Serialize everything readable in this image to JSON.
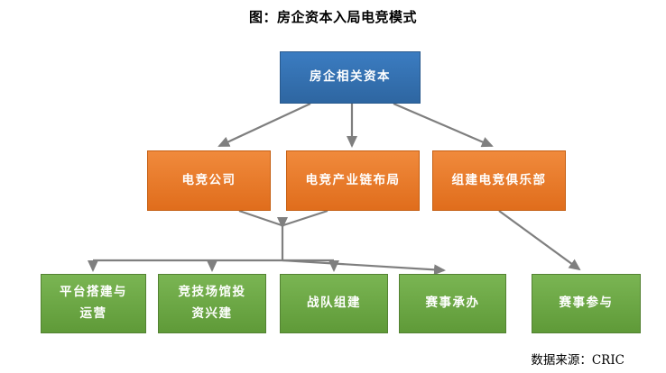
{
  "title": "图：房企资本入局电竞模式",
  "source": "数据来源：CRIC",
  "nodes": {
    "root": "房企相关资本",
    "mid1": "电竞公司",
    "mid2": "电竞产业链布局",
    "mid3": "组建电竞俱乐部",
    "leaf1": "平台搭建与运营",
    "leaf2": "竞技场馆投资兴建",
    "leaf3": "战队组建",
    "leaf4": "赛事承办",
    "leaf5": "赛事参与"
  },
  "palette": {
    "root_fill": "#2E74B5",
    "mid_fill": "#ED7D31",
    "leaf_fill": "#70AD47",
    "connector": "#7F7F7F",
    "title_color": "#000000"
  }
}
